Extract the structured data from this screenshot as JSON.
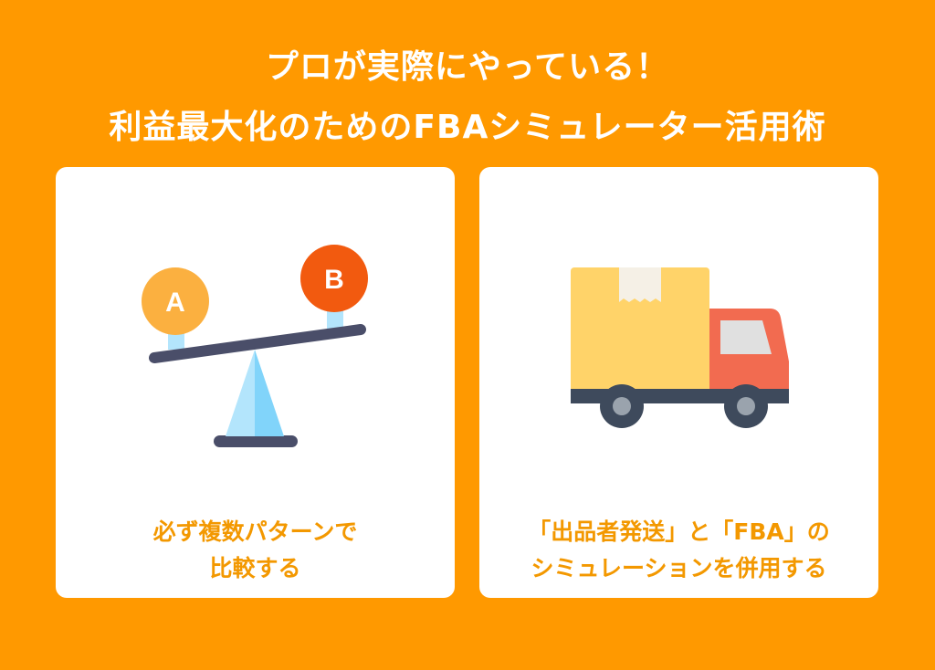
{
  "heading": {
    "line1": "プロが実際にやっている！",
    "line2": "利益最大化のためのFBAシミュレーター活用術"
  },
  "cards": [
    {
      "badge_a": "A",
      "badge_b": "B",
      "caption_line1": "必ず複数パターンで",
      "caption_line2": "比較する"
    },
    {
      "caption_line1": "「出品者発送」と「FBA」の",
      "caption_line2": "シミュレーションを併用する"
    }
  ],
  "colors": {
    "background": "#FF9900",
    "caption": "#F39800",
    "badge_a": "#FBB040",
    "badge_b": "#F25A0F"
  }
}
